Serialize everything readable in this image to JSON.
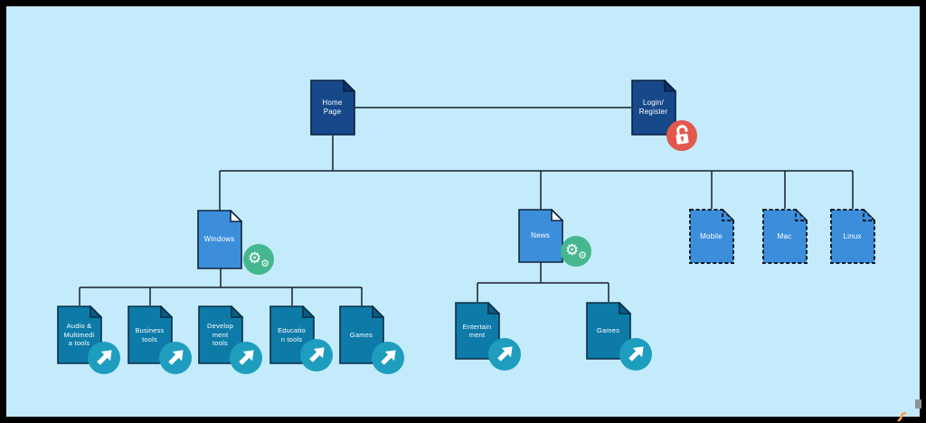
{
  "nodes": {
    "home": {
      "label": "Home\nPage"
    },
    "login": {
      "label": "Login/\nRegister",
      "badge": "unlock"
    },
    "windows": {
      "label": "Windows",
      "badge": "gears"
    },
    "news": {
      "label": "News",
      "badge": "gears"
    },
    "mobile": {
      "label": "Mobile"
    },
    "mac": {
      "label": "Mac"
    },
    "linux": {
      "label": "Linux"
    },
    "audio": {
      "label": "Audio &\nMultimedi\na tools",
      "badge": "external-link"
    },
    "business": {
      "label": "Business\ntools",
      "badge": "external-link"
    },
    "development": {
      "label": "Develop\nment\ntools",
      "badge": "external-link"
    },
    "education": {
      "label": "Educatio\nn tools",
      "badge": "external-link"
    },
    "games_windows": {
      "label": "Games",
      "badge": "external-link"
    },
    "entertainment": {
      "label": "Entertain\nment",
      "badge": "external-link"
    },
    "games_news": {
      "label": "Games",
      "badge": "external-link"
    }
  },
  "edges": [
    [
      "home",
      "login"
    ],
    [
      "home",
      "windows"
    ],
    [
      "home",
      "news"
    ],
    [
      "home",
      "mobile"
    ],
    [
      "home",
      "mac"
    ],
    [
      "home",
      "linux"
    ],
    [
      "windows",
      "audio"
    ],
    [
      "windows",
      "business"
    ],
    [
      "windows",
      "development"
    ],
    [
      "windows",
      "education"
    ],
    [
      "windows",
      "games_windows"
    ],
    [
      "news",
      "entertainment"
    ],
    [
      "news",
      "games_news"
    ]
  ],
  "colors": {
    "background": "#c3ebfb",
    "frame": "#000000",
    "node_dark_blue": "#17498a",
    "node_medium_blue": "#3c8edb",
    "node_teal": "#0e7aa8",
    "badge_gears": "#45b78e",
    "badge_arrow": "#1e9dbf",
    "badge_lock": "#e2584d",
    "connector": "#16202b"
  }
}
